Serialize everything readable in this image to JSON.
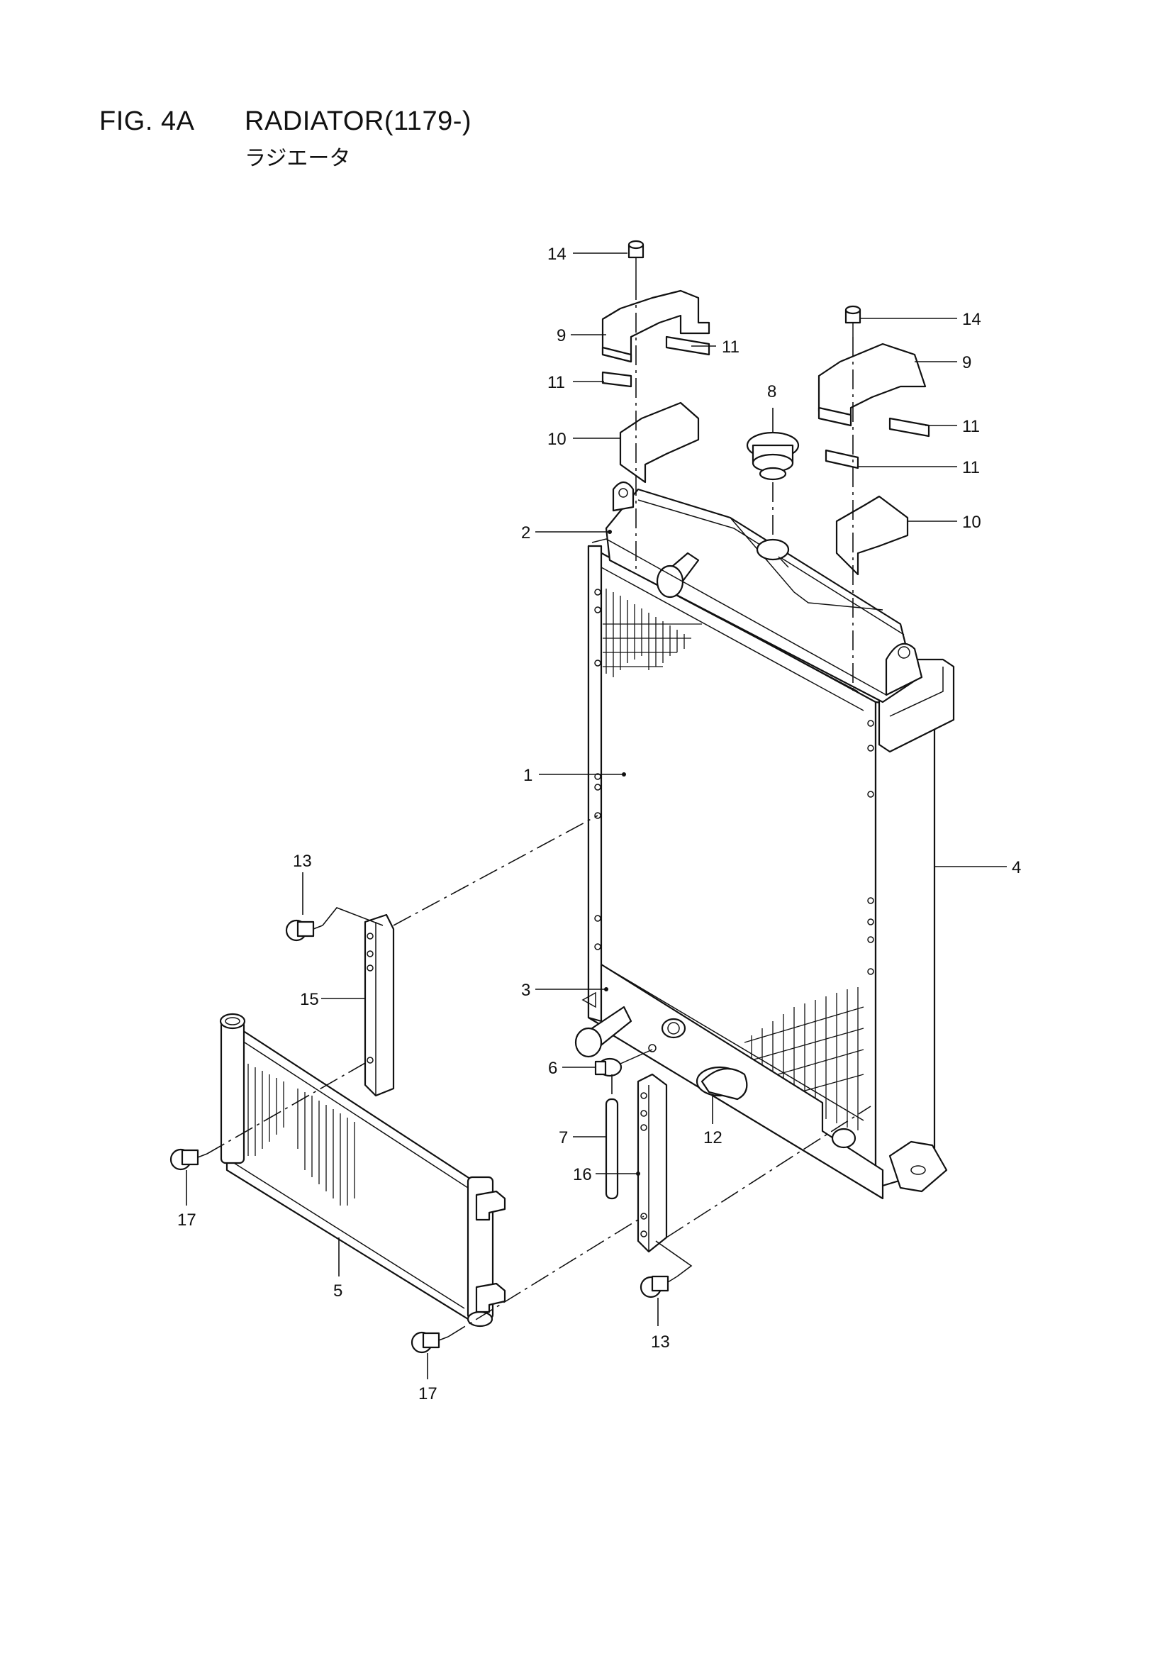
{
  "figure": {
    "id": "FIG. 4A",
    "title": "RADIATOR(1179-)",
    "subtitle": "ラジエータ"
  },
  "callouts": [
    {
      "key": "14a",
      "label": "14"
    },
    {
      "key": "14b",
      "label": "14"
    },
    {
      "key": "9a",
      "label": "9"
    },
    {
      "key": "9b",
      "label": "9"
    },
    {
      "key": "11a",
      "label": "11"
    },
    {
      "key": "11b",
      "label": "11"
    },
    {
      "key": "11c",
      "label": "11"
    },
    {
      "key": "11d",
      "label": "11"
    },
    {
      "key": "10a",
      "label": "10"
    },
    {
      "key": "10b",
      "label": "10"
    },
    {
      "key": "8",
      "label": "8"
    },
    {
      "key": "2",
      "label": "2"
    },
    {
      "key": "1",
      "label": "1"
    },
    {
      "key": "4",
      "label": "4"
    },
    {
      "key": "13a",
      "label": "13"
    },
    {
      "key": "13b",
      "label": "13"
    },
    {
      "key": "15",
      "label": "15"
    },
    {
      "key": "3",
      "label": "3"
    },
    {
      "key": "6",
      "label": "6"
    },
    {
      "key": "7",
      "label": "7"
    },
    {
      "key": "12",
      "label": "12"
    },
    {
      "key": "16",
      "label": "16"
    },
    {
      "key": "17a",
      "label": "17"
    },
    {
      "key": "17b",
      "label": "17"
    },
    {
      "key": "5",
      "label": "5"
    }
  ]
}
